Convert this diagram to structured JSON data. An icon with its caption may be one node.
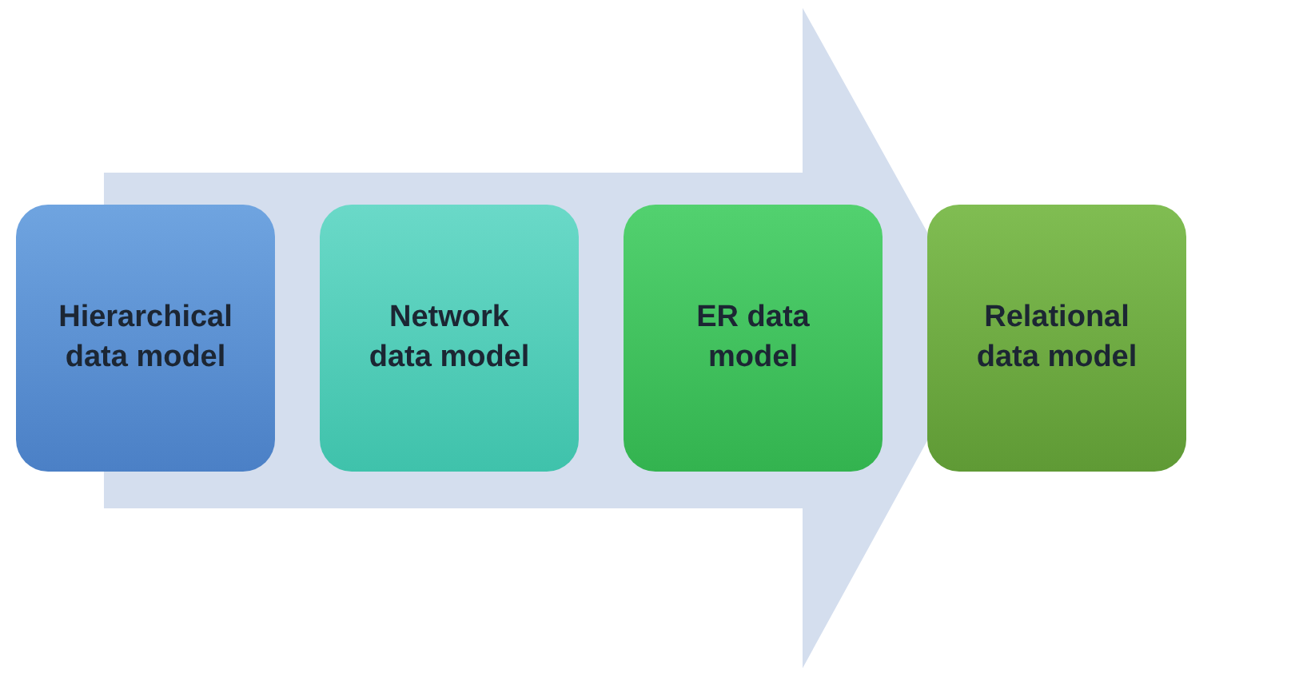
{
  "diagram": {
    "nodes": [
      {
        "text": [
          "Hierarchical data model"
        ]
      },
      {
        "text": [
          "Network data model"
        ]
      },
      {
        "text": [
          "ER data model"
        ]
      },
      {
        "text": [
          "Relational data model"
        ]
      }
    ],
    "edges": [
      {
        "from": 0,
        "to": 3,
        "arrow": "to"
      }
    ]
  }
}
